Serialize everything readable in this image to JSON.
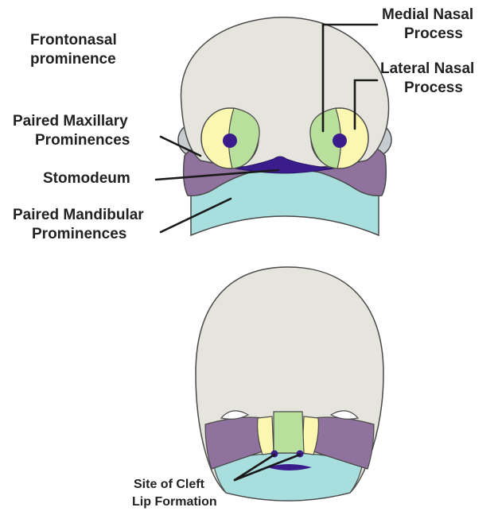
{
  "labels": {
    "frontonasal_line1": "Frontonasal",
    "frontonasal_line2": "prominence",
    "medial_nasal_line1": "Medial Nasal",
    "medial_nasal_line2": "Process",
    "lateral_nasal_line1": "Lateral Nasal",
    "lateral_nasal_line2": "Process",
    "maxillary_line1": "Paired Maxillary",
    "maxillary_line2": "Prominences",
    "stomodeum": "Stomodeum",
    "mandibular_line1": "Paired Mandibular",
    "mandibular_line2": "Prominences",
    "cleft_line1": "Site of Cleft",
    "cleft_line2": "Lip Formation"
  },
  "colors": {
    "frontonasal": "#e6e5dd",
    "outline": "#4a4a4a",
    "medial_nasal": "#b9df9c",
    "lateral_nasal": "#fbf6b0",
    "maxillary": "#8f739e",
    "mandibular": "#a8dfde",
    "stomodeum": "#3b1c8c",
    "side_grey": "#c7ccd0",
    "text": "#222222"
  }
}
